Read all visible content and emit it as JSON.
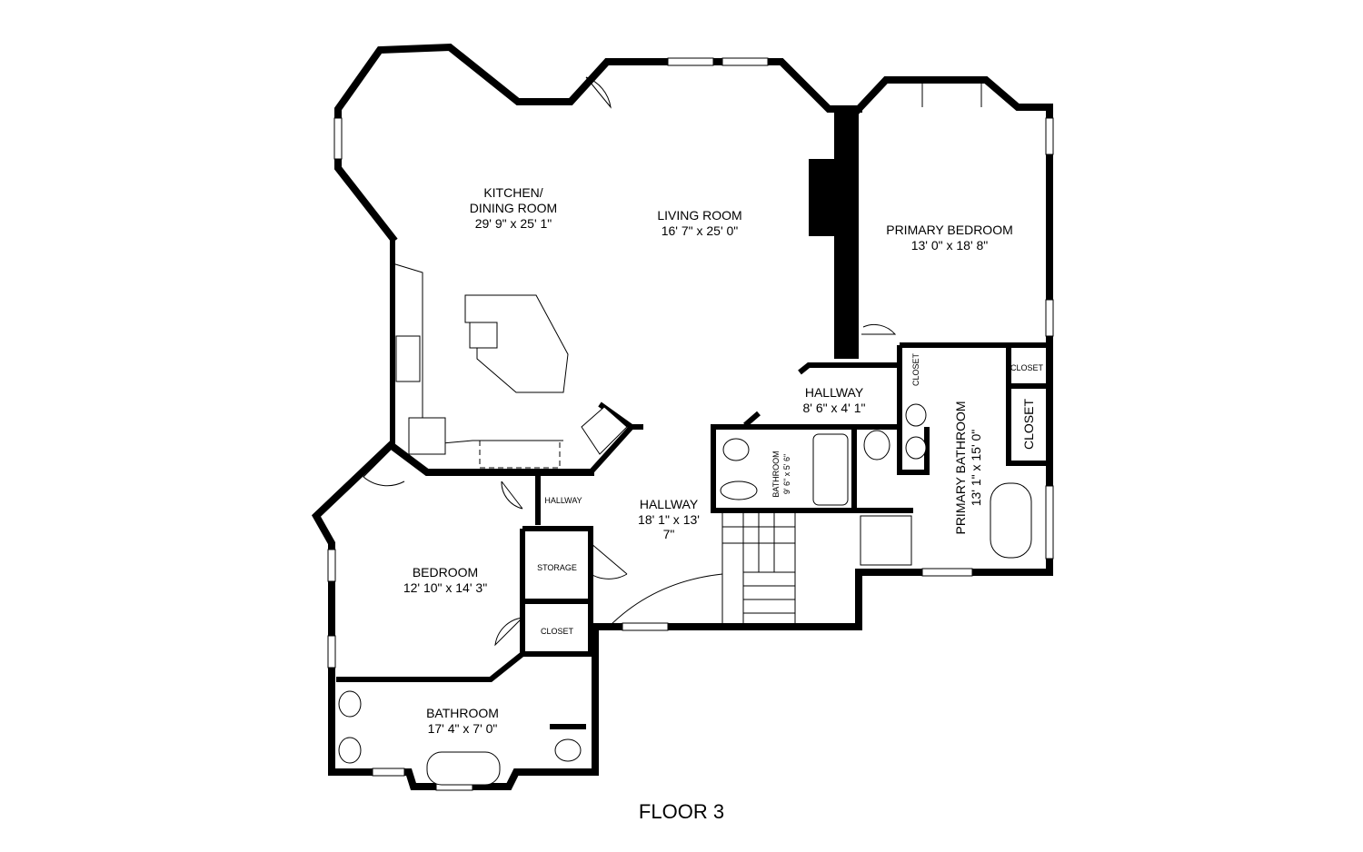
{
  "floor_title": "FLOOR 3",
  "rooms": {
    "kitchen": {
      "name_line1": "KITCHEN/",
      "name_line2": "DINING ROOM",
      "dims": "29' 9\" x 25' 1\""
    },
    "living": {
      "name": "LIVING ROOM",
      "dims": "16' 7\" x 25' 0\""
    },
    "primary_bedroom": {
      "name": "PRIMARY BEDROOM",
      "dims": "13' 0\" x 18' 8\""
    },
    "hallway_upper": {
      "name": "HALLWAY",
      "dims": "8' 6\" x 4' 1\""
    },
    "closet_small_left": {
      "name": "CLOSET"
    },
    "closet_small_right": {
      "name": "CLOSET"
    },
    "closet_primary": {
      "name": "CLOSET"
    },
    "primary_bathroom": {
      "name": "PRIMARY BATHROOM",
      "dims": "13' 1\" x 15' 0\""
    },
    "bathroom_small": {
      "name": "BATHROOM",
      "dims": "9' 6\" x 5' 6\""
    },
    "hallway_main": {
      "name": "HALLWAY",
      "dims_line1": "18' 1\" x 13'",
      "dims_line2": "7\""
    },
    "hallway_small": {
      "name": "HALLWAY"
    },
    "storage": {
      "name": "STORAGE"
    },
    "closet_bedroom": {
      "name": "CLOSET"
    },
    "bedroom": {
      "name": "BEDROOM",
      "dims": "12' 10\" x 14' 3\""
    },
    "bathroom": {
      "name": "BATHROOM",
      "dims": "17' 4\" x 7' 0\""
    }
  }
}
